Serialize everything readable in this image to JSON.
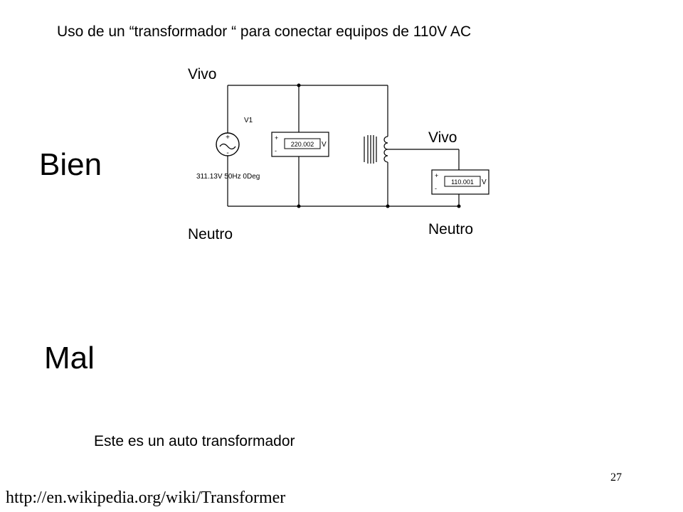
{
  "slide": {
    "title": "Uso de un “transformador “ para conectar equipos de 110V AC",
    "bien": "Bien",
    "mal": "Mal",
    "note": "Este es un auto transformador",
    "page_number": "27",
    "source_url": "http://en.wikipedia.org/wiki/Transformer"
  },
  "circuit": {
    "primary_live_label": "Vivo",
    "primary_neutral_label": "Neutro",
    "secondary_live_label": "Vivo",
    "secondary_neutral_label": "Neutro",
    "source_name": "V1",
    "source_spec": "311.13V 50Hz 0Deg",
    "voltmeter1_reading": "220.002",
    "voltmeter1_unit": "V",
    "voltmeter2_reading": "110.001",
    "voltmeter2_unit": "V",
    "plus_sign": "+",
    "minus_sign": "-"
  }
}
